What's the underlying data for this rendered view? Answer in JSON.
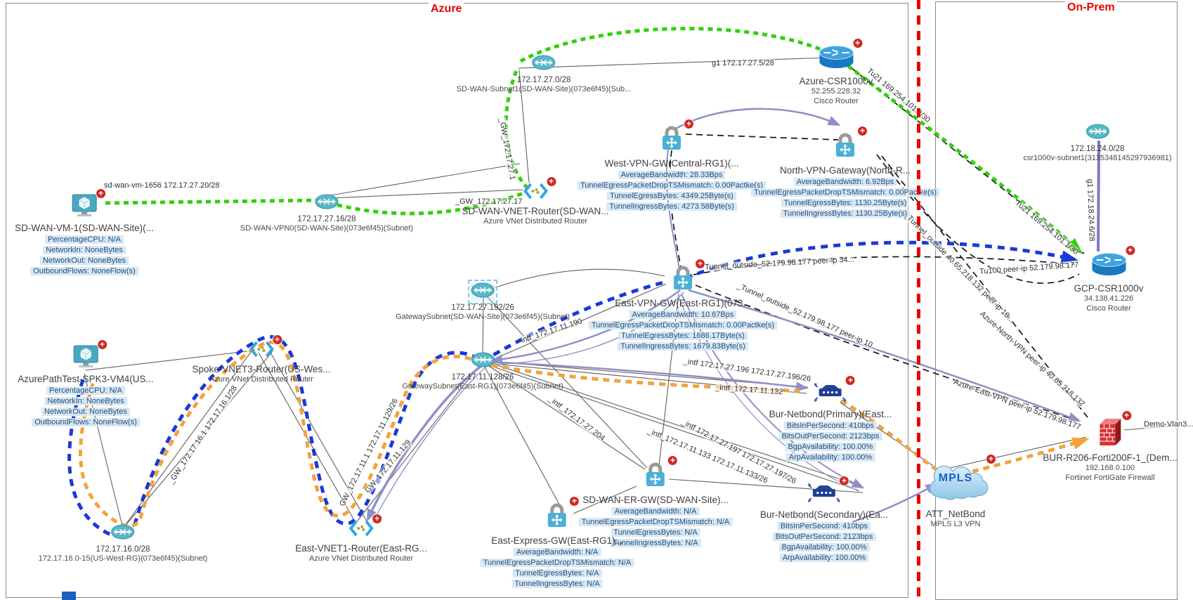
{
  "panels": {
    "azure": "Azure",
    "onprem": "On-Prem"
  },
  "badge_plus": "+",
  "colors": {
    "panel_title": "#e60000",
    "boundary_red": "#e80000",
    "green_path": "#2fd10a",
    "blue_path": "#1a3ad6",
    "orange_path": "#f2a33c",
    "purple_path": "#8f8fcb",
    "stat_bg": "#d9e8f4",
    "stat_text": "#1f4e79"
  },
  "nodes": [
    {
      "title": "172.17.27.0/28",
      "subs": [
        "SD-WAN-Subnet1(SD-WAN-Site)(073e6f45)(Sub..."
      ]
    },
    {
      "title": "Azure-CSR1000v",
      "subs": [
        "52.255.228.32",
        "Cisco Router"
      ]
    },
    {
      "title": "SD-WAN-VM-1(SD-WAN-Site)(...",
      "stats": [
        "PercentageCPU: N/A",
        "NetworkIn: NoneBytes",
        "NetworkOut: NoneBytes",
        "OutboundFlows: NoneFlow(s)"
      ]
    },
    {
      "title": "172.17.27.16/28",
      "subs": [
        "SD-WAN-VPN0(SD-WAN-Site)(073e6f45)(Subnet)"
      ]
    },
    {
      "title": "SD-WAN-VNET-Router(SD-WAN...",
      "subs": [
        "Azure VNet Distributed Router"
      ]
    },
    {
      "title": "West-VPN-GW(Central-RG1)(...",
      "stats": [
        "AverageBandwidth: 28.33Bps",
        "TunnelEgressPacketDropTSMismatch: 0.00Pactke(s)",
        "TunnelEgressBytes: 4349.25Byte(s)",
        "TunnelIngressBytes: 4273.58Byte(s)"
      ]
    },
    {
      "title": "North-VPN-Gateway(North-R...",
      "stats": [
        "AverageBandwidth: 6.92Bps",
        "TunnelEgressPacketDropTSMismatch: 0.00Pactke(s)",
        "TunnelEgressBytes: 1130.25Byte(s)",
        "TunnelIngressBytes: 1130.25Byte(s)"
      ]
    },
    {
      "title": "172.17.27.192/26",
      "subs": [
        "GatewaySubnet(SD-WAN-Site)(073e6f45)(Subnet)"
      ]
    },
    {
      "title": "East-VPN-GW(East-RG1)(073...",
      "stats": [
        "AverageBandwidth: 10.67Bps",
        "TunnelEgressPacketDropTSMismatch: 0.00Pactke(s)",
        "TunnelEgressBytes: 1686.17Byte(s)",
        "TunnelIngressBytes: 1679.83Byte(s)"
      ]
    },
    {
      "title": "GCP-CSR1000v",
      "subs": [
        "34.138.41.226",
        "Cisco Router"
      ]
    },
    {
      "title": "172.18.24.0/28",
      "subs": [
        "csr1000v-subnet1(3135348145297936981)"
      ]
    },
    {
      "title": "AzurePathTest-SPK3-VM4(US...",
      "stats": [
        "PercentageCPU: N/A",
        "NetworkIn: NoneBytes",
        "NetworkOut: NoneBytes",
        "OutboundFlows: NoneFlow(s)"
      ]
    },
    {
      "title": "Spoke-VNET3-Router(US-Wes...",
      "subs": [
        "Azure VNet Distributed Router"
      ]
    },
    {
      "title": "172.17.11.128/26",
      "subs": [
        "GatewaySubnet(East-RG1)(073e6f45)(Subnet)"
      ]
    },
    {
      "title": "Bur-Netbond(Primary)(East...",
      "stats": [
        "BitsInPerSecond: 410bps",
        "BitsOutPerSecond: 2123bps",
        "BgpAvailability: 100.00%",
        "ArpAvailability: 100.00%"
      ]
    },
    {
      "title": "SD-WAN-ER-GW(SD-WAN-Site)...",
      "stats": [
        "AverageBandwidth: N/A",
        "TunnelEgressPacketDropTSMismatch: N/A",
        "TunnelEgressBytes: N/A",
        "TunnelIngressBytes: N/A"
      ]
    },
    {
      "title": "East-Express-GW(East-RG1)...",
      "stats": [
        "AverageBandwidth: N/A",
        "TunnelEgressPacketDropTSMismatch: N/A",
        "TunnelEgressBytes: N/A",
        "TunnelIngressBytes: N/A"
      ]
    },
    {
      "title": "Bur-Netbond(Secondary)(Ea...",
      "stats": [
        "BitsInPerSecond: 410bps",
        "BitsOutPerSecond: 2123bps",
        "BgpAvailability: 100.00%",
        "ArpAvailability: 100.00%"
      ]
    },
    {
      "title": "ATT_NetBond",
      "subs": [
        "MPLS L3 VPN"
      ],
      "icon_text": "MPLS"
    },
    {
      "title": "BUR-R206-Forti200F-1_(Dem...",
      "subs": [
        "192.168.0.100",
        "Fortinet FortiGate Firewall"
      ]
    },
    {
      "title": "172.17.16.0/28",
      "subs": [
        "172.17.16.0-15(US-West-RG)(073e6f45)(Subnet)"
      ]
    },
    {
      "title": "East-VNET1-Router(East-RG...",
      "subs": [
        "Azure VNet Distributed Router"
      ]
    }
  ],
  "edge_labels": [
    "g1 172.17.27.5/28",
    "sd-wan-vm-1656 172.17.27.20/28",
    "_GW_172.17.27.1",
    "_GW_172.17.27.17",
    "Tu21 169.254.101.2/30",
    "Tu21 169.254.101.1/30",
    "Tu100 peer-ip 52.179.98.177",
    "Tunnel_outside_52.179.98.177 peer-ip 34...",
    "_Tunnel_outside_52.179.98.177 peer-ip 10...",
    "_Tunnel_outside 40.65.218.132 peer-ip 10...",
    "Azure-North-VPN peer-ip 40.65.218.132",
    "Azure-East-VPN peer-ip 52.179.98.177",
    "g1 172.18.24.6/28",
    "intf_172.17.11.190",
    "_intf 172.17.27.196 172.17.27.196/26",
    "_intf_172.17.11.132",
    "_intf_172.17.27.204",
    "_intf_172.17.11.133 172.17.11.133/26",
    "_intf 172.17.27.197 172.17.27.197/26",
    "_GW_172.17.16.1 172.17.16.1/28",
    "GW_172.17.11.1 172.17.11.129/26",
    "GW_172.17.11.129",
    "Demo-Vlan3..."
  ]
}
